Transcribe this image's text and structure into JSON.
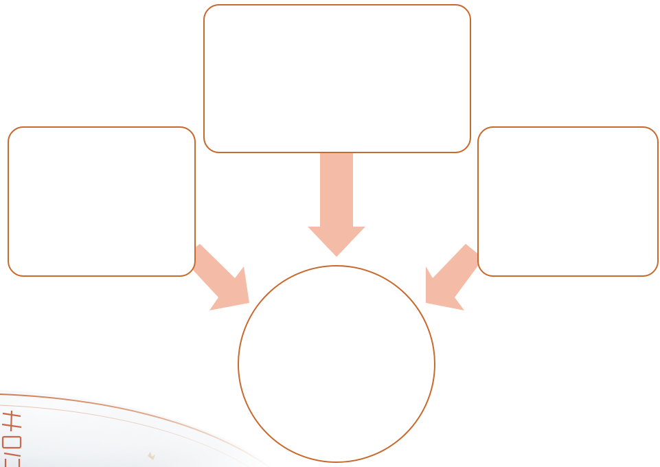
{
  "diagram": {
    "type": "three-to-one-convergence",
    "boxes": [
      {
        "id": "left",
        "text": ""
      },
      {
        "id": "top",
        "text": ""
      },
      {
        "id": "right",
        "text": ""
      }
    ],
    "center": {
      "shape": "circle",
      "text": ""
    },
    "arrow_count": 3
  },
  "colors": {
    "background": "#ffffff",
    "shape_stroke": "#c8692e",
    "shape_fill": "#ffffff",
    "arrow_fill": "#f4bba6",
    "plate_rim": "#cf7a4f",
    "plate_glyph": "#c04a2a",
    "plate_glaze": "#eef1f4"
  }
}
